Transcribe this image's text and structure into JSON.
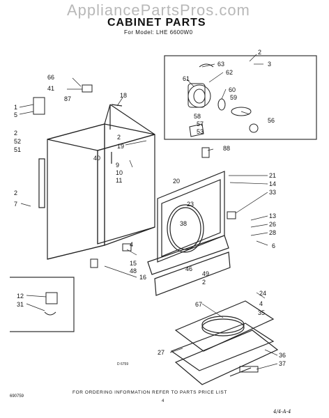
{
  "watermark": "AppliancePartsPros.com",
  "title": "CABINET PARTS",
  "model_line": "For Model: LHE 6600W0",
  "footer_note": "FOR ORDERING INFORMATION REFER TO PARTS PRICE LIST",
  "doc_code": "690759",
  "page_number": "4",
  "handwritten_note": "4/4-A-4",
  "drawing_number": "D 6759",
  "callouts": [
    "63",
    "2",
    "3",
    "62",
    "61",
    "60",
    "59",
    "58",
    "57",
    "53",
    "56",
    "66",
    "41",
    "87",
    "1",
    "5",
    "2",
    "52",
    "51",
    "18",
    "2",
    "19",
    "40",
    "88",
    "9",
    "10",
    "11",
    "20",
    "21",
    "14",
    "23",
    "33",
    "2",
    "7",
    "38",
    "13",
    "26",
    "28",
    "6",
    "4",
    "15",
    "48",
    "16",
    "46",
    "49",
    "2",
    "12",
    "31",
    "24",
    "67",
    "4",
    "35",
    "27",
    "36",
    "37"
  ]
}
